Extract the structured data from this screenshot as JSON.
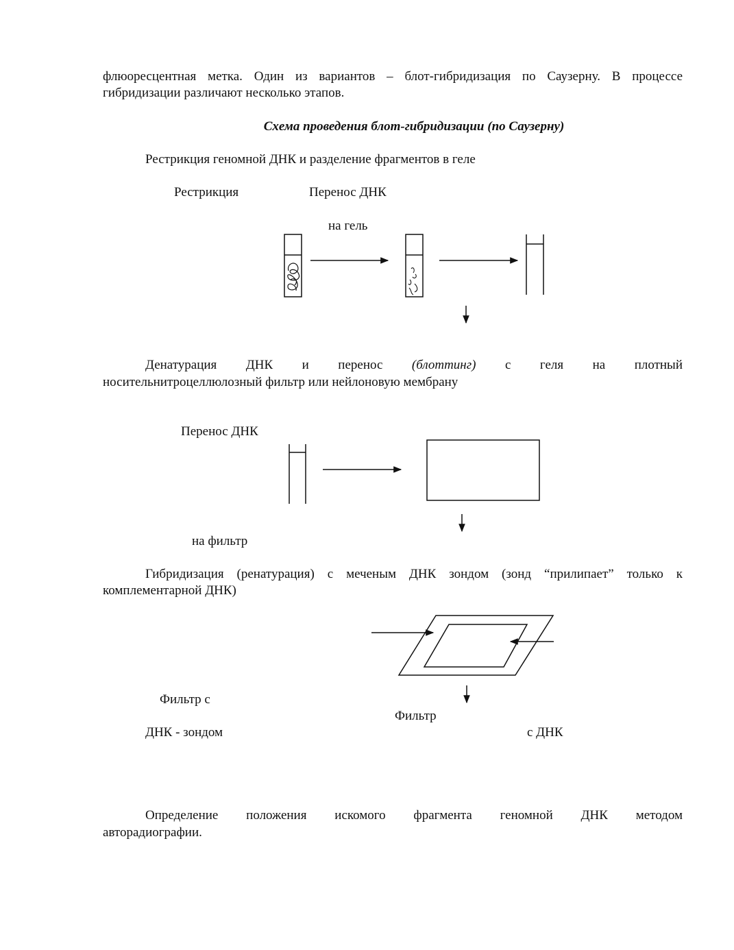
{
  "intro": {
    "line1": "флюоресцентная метка. Один из вариантов – блот-гибридизация по Саузерну. В процессе",
    "line2": "гибридизации различают несколько этапов."
  },
  "title": "Схема проведения блот-гибридизации (по Саузерну)",
  "step1": {
    "text": "Рестрикция геномной ДНК и разделение фрагментов  в геле",
    "label_restriction": "Рестрикция",
    "label_transfer": "Перенос ДНК",
    "label_to_gel": "на  гель"
  },
  "step2": {
    "text_a": "Денатурация ДНК и перенос",
    "text_blotting": "(блоттинг)",
    "text_b": "с геля на плотный",
    "text_line2": "носительнитроцеллюлозный фильтр или нейлоновую мембрану",
    "label_transfer": "Перенос ДНК",
    "label_to_filter": "на фильтр"
  },
  "step3": {
    "text_line1": "Гибридизация (ренатурация) с меченым ДНК зондом (зонд “прилипает” только к",
    "text_line2": "комплементарной ДНК)",
    "label_filter_with": "Фильтр с",
    "label_dna_probe": "ДНК - зондом",
    "label_filter": "Фильтр",
    "label_with_dna": "с ДНК"
  },
  "step4": {
    "text_line1": "Определение положения искомого фрагмента геномной ДНК методом",
    "text_line2": "авторадиографии."
  }
}
